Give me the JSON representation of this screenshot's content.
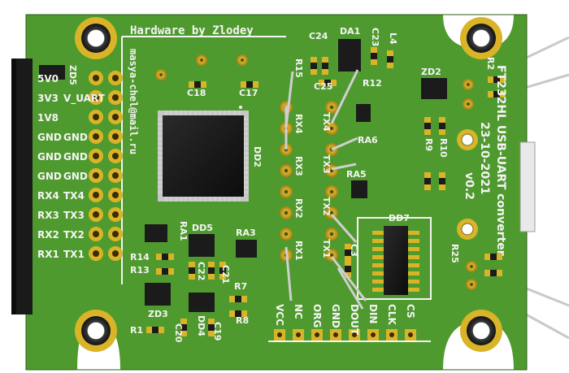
{
  "board": {
    "title": "Hardware by Zlodey",
    "email": "masya-chel@mail.ru",
    "product": "FT232HL USB-UART converter",
    "date": "23-10-2021",
    "version": "v0.2",
    "colors": {
      "pcb": "#4f9a2e",
      "pcb_dark": "#2f6a1c",
      "silk": "#f4f4f4",
      "gold": "#d9b428",
      "chip": "#1b1b1b"
    }
  },
  "left_labels": {
    "rows": [
      {
        "a": "5V0",
        "b": ""
      },
      {
        "a": "3V3",
        "b": "V_UART"
      },
      {
        "a": "1V8",
        "b": ""
      },
      {
        "a": "GND",
        "b": "GND"
      },
      {
        "a": "GND",
        "b": "GND"
      },
      {
        "a": "GND",
        "b": "GND"
      },
      {
        "a": "RX4",
        "b": "TX4"
      },
      {
        "a": "RX3",
        "b": "TX3"
      },
      {
        "a": "RX2",
        "b": "TX2"
      },
      {
        "a": "RX1",
        "b": "TX1"
      }
    ]
  },
  "center_labels": {
    "rx": [
      "RX4",
      "RX3",
      "RX2",
      "RX1"
    ],
    "tx": [
      "TX4",
      "TX3",
      "TX2",
      "TX1"
    ]
  },
  "bottom_labels": [
    "VCC",
    "NC",
    "ORG",
    "GND",
    "DOUT",
    "DIN",
    "CLK",
    "CS"
  ],
  "refdes": {
    "zd5": "ZD5",
    "zd2": "ZD2",
    "zd3": "ZD3",
    "dd2": "DD2",
    "dd5": "DD5",
    "dd7": "DD7",
    "dd4": "DD4",
    "da1": "DA1",
    "l4": "L4",
    "c24": "C24",
    "c23": "C23",
    "c25": "C25",
    "c18": "C18",
    "c17": "C17",
    "c22": "C22",
    "c21": "C21",
    "c20": "C20",
    "c19": "C19",
    "c3": "C3",
    "r15": "R15",
    "r12": "R12",
    "r9": "R9",
    "r10": "R10",
    "r14": "R14",
    "r13": "R13",
    "r7": "R7",
    "r8": "R8",
    "r1": "R1",
    "r25": "R25",
    "r2": "R2",
    "ra1": "RA1",
    "ra3": "RA3",
    "ra5": "RA5",
    "ra6": "RA6"
  }
}
